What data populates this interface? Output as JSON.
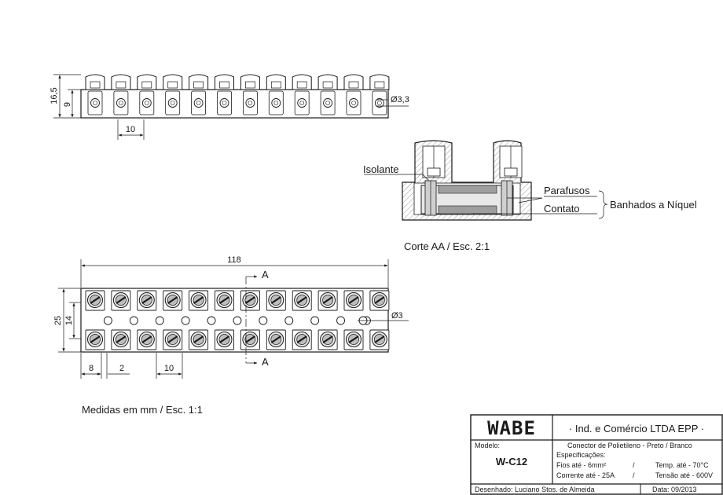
{
  "dimensions": {
    "top_height": "16,5",
    "top_inner": "9",
    "top_pitch": "10",
    "hole_top": "Ø3,3",
    "total_length": "118",
    "height": "25",
    "inner": "14",
    "end": "8",
    "gap": "2",
    "pitch": "10",
    "hole": "Ø3"
  },
  "section": {
    "marker": "A",
    "isolante": "Isolante",
    "parafusos": "Parafusos",
    "contato": "Contato",
    "banhados": "Banhados a Níquel",
    "caption": "Corte AA / Esc. 2:1"
  },
  "measure_note": "Medidas em mm / Esc. 1:1",
  "title_block": {
    "logo": "WABE",
    "company": "· Ind. e Comércio LTDA EPP ·",
    "modelo_label": "Modelo:",
    "modelo": "W-C12",
    "description": "Conector de Polietileno - Preto / Branco",
    "spec_label": "Especificações:",
    "spec_fios": "Fios até - 6mm²",
    "spec_temp": "Temp. até - 70°C",
    "spec_corrente": "Corrente até - 25A",
    "spec_tensao": "Tensão até - 600V",
    "sep": "/",
    "desenhado": "Desenhado: Luciano Stos. de Almeida",
    "data": "Data: 09/2013"
  },
  "colors": {
    "line": "#1a1a1a",
    "fill_light": "#e6e6e6",
    "fill_mid": "#bdbdbd"
  }
}
